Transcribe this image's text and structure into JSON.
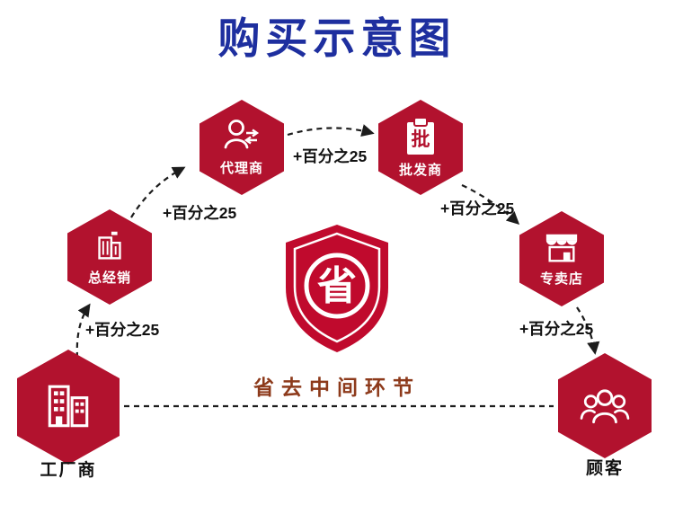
{
  "title": "购买示意图",
  "center": {
    "shield_char": "省",
    "caption": "省去中间环节"
  },
  "nodes": {
    "factory": {
      "label": "工厂商"
    },
    "distributor": {
      "label": "总经销"
    },
    "agent": {
      "label": "代理商"
    },
    "wholesaler": {
      "label": "批发商",
      "icon_char": "批"
    },
    "store": {
      "label": "专卖店"
    },
    "customer": {
      "label": "顾客"
    }
  },
  "percents": [
    "+百分之25",
    "+百分之25",
    "+百分之25",
    "+百分之25",
    "+百分之25"
  ],
  "colors": {
    "title_blue": "#1e2f9f",
    "hexagon_red": "#b2122e",
    "shield_red": "#c00a2d",
    "caption_brown": "#8d3a1b",
    "arrow_dark": "#1c1c1c"
  }
}
